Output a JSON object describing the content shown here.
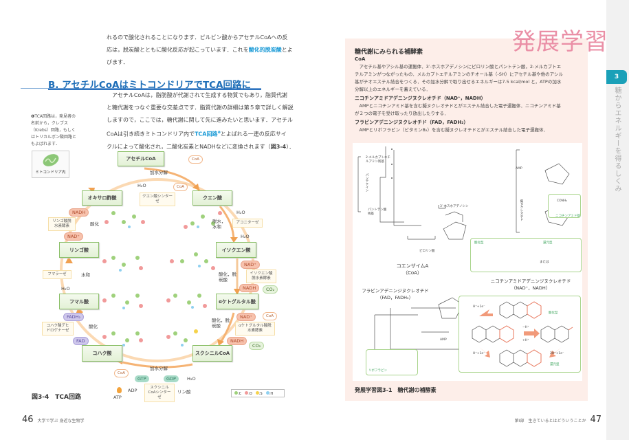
{
  "left_page": {
    "intro_lines": [
      "れるので酸化されることになります．ピルビン酸からアセチルCoAへの反",
      "応は，脱炭酸とともに酸化反応が起こっています．これを",
      "とよ",
      "びます．"
    ],
    "intro_term": "酸化的脱炭酸",
    "section_heading": "B. アセチルCoAはミトコンドリアでTCA回路に",
    "para_lines": [
      "　アセチルCoAは，脂肪酸が代謝されて生成する物質でもあり，脂質代謝",
      "と糖代謝をつなぐ重要な交差点です．脂質代謝の詳細は第５章で詳しく解説",
      "しますので，ここでは，糖代謝に関して先に進みたいと思います．アセチル",
      "CoAは引き続きミトコンドリア内で",
      "とよばれる一連の反応サイ",
      "クルによって酸化され，二酸化炭素とNADHなどに変換されます（",
      "）．"
    ],
    "para_term": "TCA回路",
    "para_footnote_mark": "❶",
    "para_fig_ref": "図3-4",
    "sidenote": "❶TCA回路は，発見者の名前から，クレブス（Krebs）回路，もしくはトリカルボン酸回路ともよばれます．",
    "figure": {
      "mito_label": "ミトコンドリア内",
      "nodes": [
        "アセチルCoA",
        "クエン酸",
        "イソクエン酸",
        "αケトグルタル酸",
        "スクシニルCoA",
        "コハク酸",
        "フマル酸",
        "リンゴ酸",
        "オキサロ酢酸"
      ],
      "enzymes": {
        "citrate_synthase": "クエン酸シンターゼ",
        "aconitase": "アコニターゼ",
        "idh": "イソクエン酸脱水素酵素",
        "akgdh": "αケトグルタル酸脱水素酵素",
        "scs": "スクシニルCoAシンターゼ",
        "sdh": "コハク酸デヒドロゲナーゼ",
        "fumarase": "フマラーゼ",
        "mdh": "リンゴ酸脱水素酵素"
      },
      "labels": {
        "hydrolysis": "加水分解",
        "dehydration_hydration": "脱水，水和",
        "ox_decarb": "酸化，脱炭酸",
        "oxidation": "酸化",
        "hydration": "水和",
        "h2o": "H₂O",
        "coa": "CoA",
        "nad": "NAD⁺",
        "nadh": "NADH",
        "co2": "CO₂",
        "fad": "FAD",
        "fadh2": "FADH₂",
        "gtp": "GTP",
        "gdp": "GDP",
        "adp": "ADP",
        "atp": "ATP",
        "pi": "リン酸"
      },
      "legend": [
        {
          "label": ":C",
          "color": "#9fd17c"
        },
        {
          "label": ":O",
          "color": "#f19a9a"
        },
        {
          "label": ":S",
          "color": "#f5d24b"
        },
        {
          "label": ":H",
          "color": "#8fd0f0"
        }
      ],
      "caption": "図3-4　TCA回路"
    },
    "page_number": "46",
    "footer": "大学で学ぶ 身近な生物学"
  },
  "right_page": {
    "badge": "発展学習",
    "box_title": "糖代謝にみられる補酵素",
    "sections": [
      {
        "title": "CoA",
        "lines": [
          "　アセチル基やアシル基の運搬体．3′-ホスホアデノシンにピロリン酸とパントテン酸，2-メルカプトエ",
          "チルアミンがつながったもの．メルカプトエチルアミンのチオール基（-SH）にアセチル基や他のアシル",
          "基がチオエステル結合をつくる．その加水分解で取り出せるエネルギーは7.5 kcal/mol と，ATPの加水",
          "分解以上のエネルギーを蓄えている．"
        ]
      },
      {
        "title": "ニコチンアミドアデニンジヌクレオチド（NAD⁺，NADH）",
        "lines": [
          "　AMPとニコチンアミド基を含む擬ヌクレオチドとがエステル結合した電子運搬体．ニコチンアミド基",
          "が２つの電子を受け取ったり放出したりする．"
        ]
      },
      {
        "title": "フラビンアデニンジヌクレオチド（FAD，FADH₂）",
        "lines": [
          "　AMPとリボフラビン（ビタミンB₂）を含む擬ヌクレオチドとがエステル結合した電子運搬体．"
        ]
      }
    ],
    "figure": {
      "coa_name": "コエンザイムA",
      "coa_abbr": "（CoA）",
      "nad_name": "ニコチンアミドアデニンジヌクレオチド",
      "nad_abbr": "（NAD⁺，NADH）",
      "fad_name": "フラビンアデニンジヌクレオチド",
      "fad_abbr": "（FAD，FADH₂）",
      "labels": {
        "mercapto": "2-メルカプトエチルアミン残基",
        "pantothenic": "パントテン酸残基",
        "pantetheine": "パンテテイン",
        "phosphoadenosine": "3′-ホスホアデノシン",
        "pyrophosphate": "ピロリン酸",
        "amp": "AMP",
        "nicotinamide": "ニコチンアミド基",
        "oxidized": "酸化型",
        "reduced": "還元型",
        "or": "または",
        "riboflavin": "リボフラビン",
        "pseudo_nuc": "擬ヌクレオチド",
        "h_e": "H⁺+1e⁻",
        "two_h": "2H⁺+1e⁻",
        "minus_h": "−H⁺",
        "plus_h": "+H⁺"
      },
      "caption": "発展学習図3-1　糖代謝の補酵素"
    },
    "side_tab_number": "3",
    "side_tab_text": "糖からエネルギーを得るしくみ",
    "footer": "第Ⅰ部　生きているとはどういうことか",
    "page_number": "47"
  }
}
